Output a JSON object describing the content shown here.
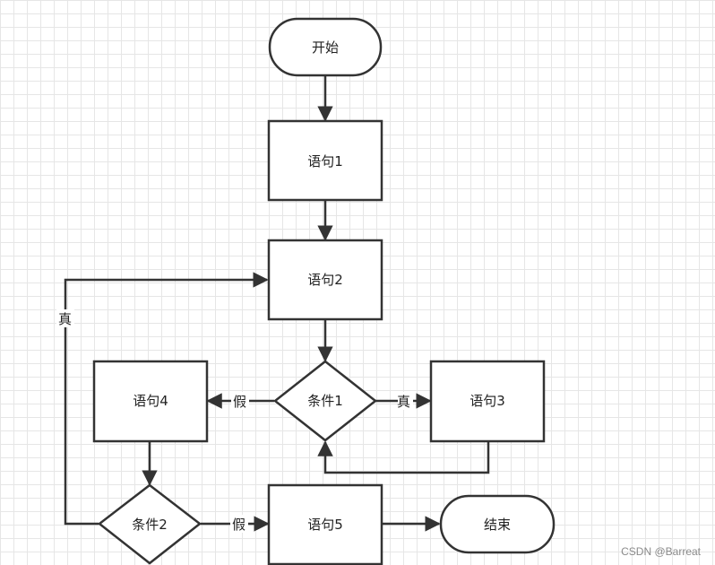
{
  "nodes": {
    "start": "开始",
    "s1": "语句1",
    "s2": "语句2",
    "c1": "条件1",
    "s3": "语句3",
    "s4": "语句4",
    "c2": "条件2",
    "s5": "语句5",
    "end": "结束"
  },
  "edge_labels": {
    "c1_true": "真",
    "c1_false": "假",
    "c2_true": "真",
    "c2_false": "假"
  },
  "watermark": "CSDN @Barreat"
}
